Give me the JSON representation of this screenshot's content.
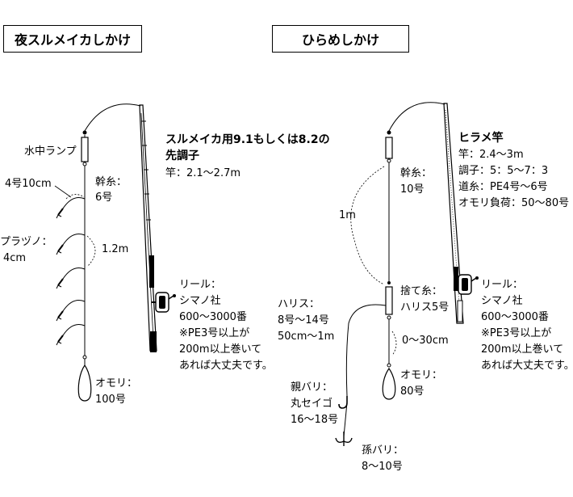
{
  "titles": {
    "left": "夜スルメイカしかけ",
    "right": "ひらめしかけ"
  },
  "left": {
    "lamp": "水中ランプ",
    "branch_len": "4号10cm",
    "mainline_title": "幹糸：",
    "mainline_value": "6号",
    "plastic_title": "プラヅノ：",
    "plastic_value": "4cm",
    "spacing": "1.2m",
    "rod_line1": "スルメイカ用9.1もしくは8.2の",
    "rod_line2": "先調子",
    "rod_spec": "竿：2.1〜2.7m",
    "reel_lines": [
      "リール：",
      "シマノ社",
      "600〜3000番",
      "※PE3号以上が",
      "200m以上巻いて",
      "あれば大丈夫です。"
    ],
    "sinker_title": "オモリ：",
    "sinker_value": "100号"
  },
  "right": {
    "rod_title": "ヒラメ竿",
    "rod_specs": [
      "竿：2.4〜3m",
      "調子：5：5〜7：3",
      "道糸：PE4号〜6号",
      "オモリ負荷：50〜80号"
    ],
    "mainline_title": "幹糸：",
    "mainline_value": "10号",
    "length": "1m",
    "sute_title": "捨て糸：",
    "sute_value": "ハリス5号",
    "harisu_lines": [
      "ハリス：",
      "8号〜14号",
      "50cm〜1m"
    ],
    "range": "0〜30cm",
    "sinker_title": "オモリ：",
    "sinker_value": "80号",
    "oyabari_lines": [
      "親バリ：",
      "丸セイゴ",
      "16〜18号"
    ],
    "magobari_lines": [
      "孫バリ：",
      "8〜10号"
    ],
    "reel_lines": [
      "リール：",
      "シマノ社",
      "600〜3000番",
      "※PE3号以上が",
      "200m以上巻いて",
      "あれば大丈夫です。"
    ]
  }
}
